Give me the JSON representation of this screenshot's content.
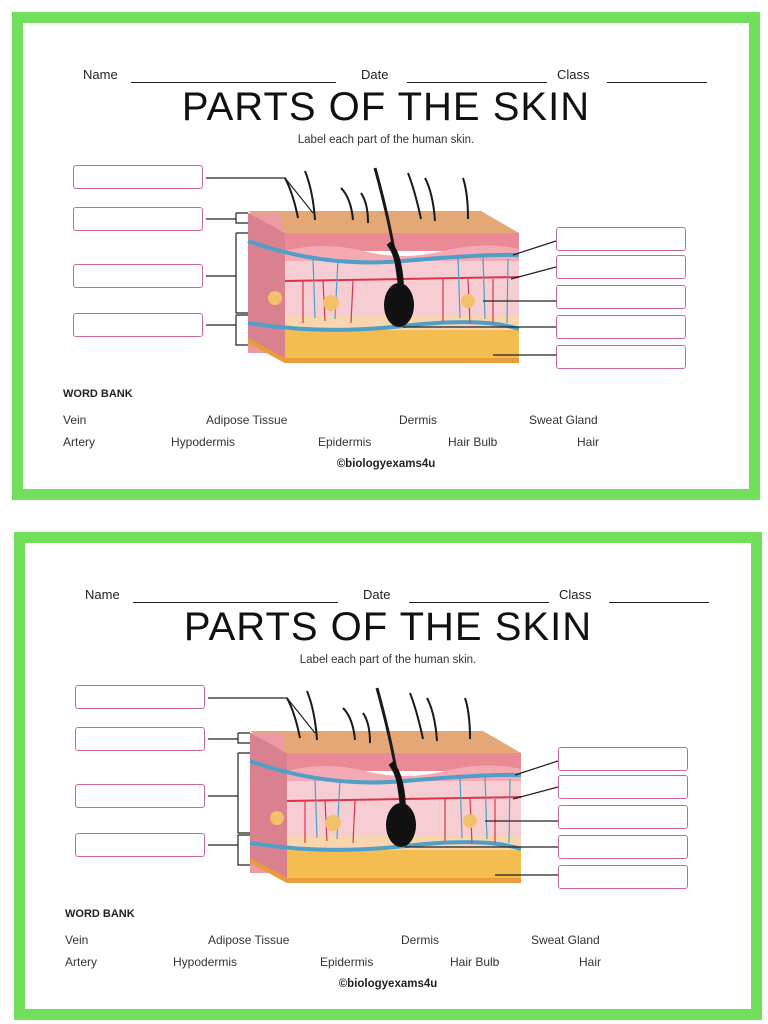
{
  "worksheet": {
    "name_label": "Name",
    "date_label": "Date",
    "class_label": "Class",
    "title": "PARTS OF THE SKIN",
    "instruction": "Label each part of the human skin.",
    "word_bank_title": "WORD BANK",
    "word_bank_row1": [
      "Vein",
      "Adipose Tissue",
      "Dermis",
      "Sweat Gland"
    ],
    "word_bank_row2": [
      "Artery",
      "Hypodermis",
      "Epidermis",
      "Hair Bulb",
      "Hair"
    ],
    "copyright": "©biologyexams4u"
  },
  "colors": {
    "frame": "#72df5c",
    "label_box_border": "#c9679a",
    "skin_surface": "#e4a877",
    "epidermis": "#ea8a97",
    "dermis": "#f6cdd2",
    "fat": "#f3bd52",
    "vein": "#4f9fc8",
    "artery": "#d8364c"
  }
}
